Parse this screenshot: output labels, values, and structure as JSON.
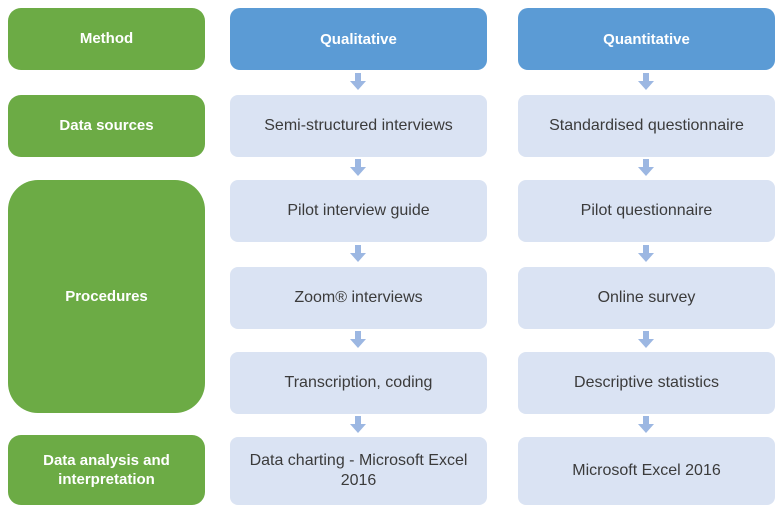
{
  "colors": {
    "category_green": "#6cab45",
    "header_blue": "#5b9bd5",
    "step_light_blue": "#dae3f3",
    "arrow_blue": "#9cb7e2",
    "step_text": "#3b3b3b",
    "header_text": "#ffffff"
  },
  "categories": [
    "Method",
    "Data sources",
    "Procedures",
    "Data analysis and interpretation"
  ],
  "qualitative": {
    "header": "Qualitative",
    "steps": [
      "Semi-structured interviews",
      "Pilot interview guide",
      "Zoom® interviews",
      "Transcription, coding",
      "Data charting - Microsoft Excel 2016"
    ]
  },
  "quantitative": {
    "header": "Quantitative",
    "steps": [
      "Standardised questionnaire",
      "Pilot questionnaire",
      "Online survey",
      "Descriptive statistics",
      "Microsoft Excel 2016"
    ]
  },
  "icons": {
    "arrow": "down-block-arrow"
  }
}
